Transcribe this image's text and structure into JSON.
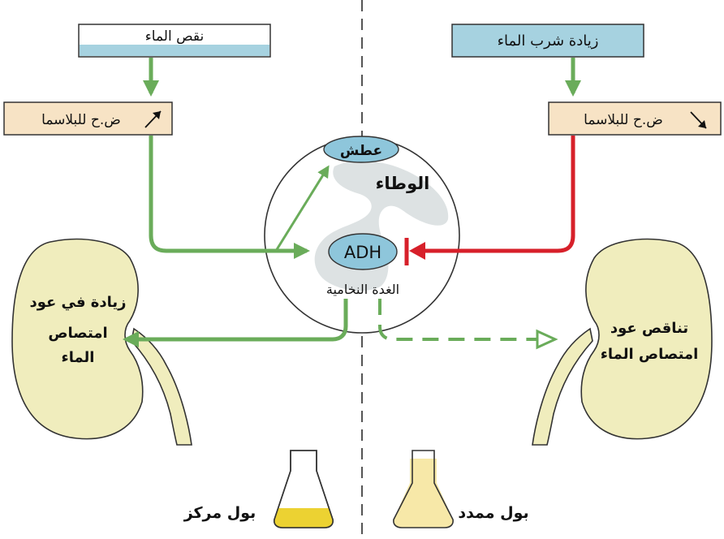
{
  "left": {
    "stimulus": "نقص الماء",
    "plasma": "ض.ح للبلاسما",
    "kidney_lines": [
      "زيادة في عود",
      "امتصاص",
      "الماء"
    ],
    "urine": "بول مركز"
  },
  "right": {
    "stimulus": "زيادة شرب الماء",
    "plasma": "ض.ح للبلاسما",
    "kidney_lines": [
      "تناقص عود",
      "امتصاص الماء"
    ],
    "urine": "بول ممدد"
  },
  "center": {
    "thirst": "عطش",
    "hypothalamus": "الوطاء",
    "hormone": "ADH",
    "pituitary": "الغدة النخامية"
  },
  "colors": {
    "green": "#6aac5a",
    "red": "#d7202a",
    "kidney": "#f0edbd",
    "box_beige": "#f7e3c5",
    "box_blue": "#a6d2e0",
    "gland_gray": "#dde2e3",
    "adh_blue": "#8ec6db",
    "urine_concentrated": "#ecd232",
    "urine_dilute": "#f7e8a8"
  }
}
